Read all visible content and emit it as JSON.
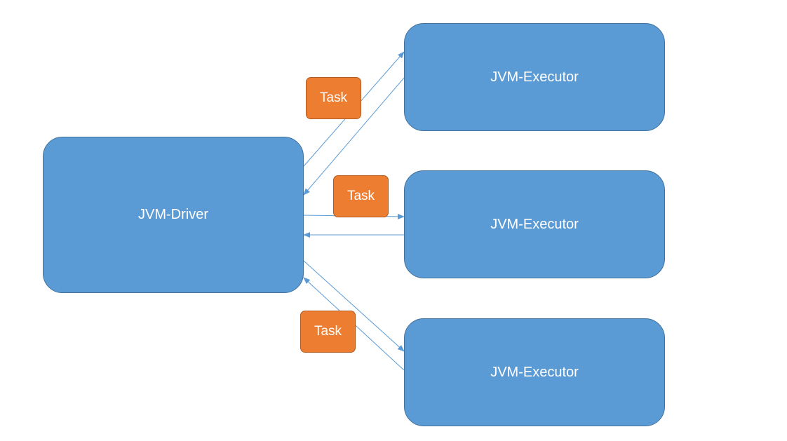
{
  "diagram": {
    "driver": {
      "label": "JVM-Driver"
    },
    "executors": [
      {
        "label": "JVM-Executor"
      },
      {
        "label": "JVM-Executor"
      },
      {
        "label": "JVM-Executor"
      }
    ],
    "tasks": [
      {
        "label": "Task"
      },
      {
        "label": "Task"
      },
      {
        "label": "Task"
      }
    ],
    "edges": [
      {
        "from": "driver",
        "to": "executor-1"
      },
      {
        "from": "executor-1",
        "to": "driver"
      },
      {
        "from": "driver",
        "to": "executor-2"
      },
      {
        "from": "executor-2",
        "to": "driver"
      },
      {
        "from": "driver",
        "to": "executor-3"
      },
      {
        "from": "executor-3",
        "to": "driver"
      }
    ]
  },
  "colors": {
    "node_fill": "#5b9bd5",
    "node_border": "#41719c",
    "task_fill": "#ed7d31",
    "task_border": "#ae5a21",
    "arrow": "#5b9bd5",
    "text": "#ffffff"
  }
}
